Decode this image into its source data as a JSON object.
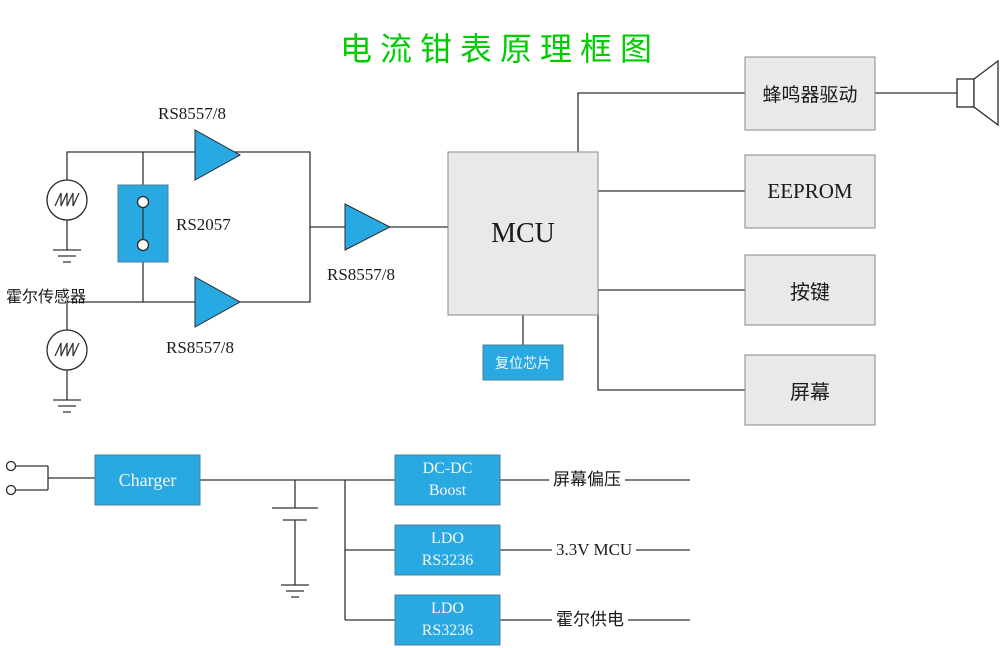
{
  "title": "电流钳表原理框图",
  "colors": {
    "title-green": "#00cc00",
    "blue": "#29a9e1",
    "gray": "#e9e9e9",
    "line": "#333333"
  },
  "blocks": {
    "mcu": "MCU",
    "reset_chip": "复位芯片",
    "buzzer_driver": "蜂鸣器驱动",
    "eeprom": "EEPROM",
    "keys": "按键",
    "screen": "屏幕",
    "charger": "Charger",
    "dcdc": {
      "line1": "DC-DC",
      "line2": "Boost"
    },
    "ldo_top": {
      "line1": "LDO",
      "line2": "RS3236"
    },
    "ldo_bottom": {
      "line1": "LDO",
      "line2": "RS3236"
    }
  },
  "labels": {
    "hall_sensor": "霍尔传感器",
    "amp_top": "RS8557/8",
    "amp_mid": "RS8557/8",
    "amp_bottom": "RS8557/8",
    "rs2057": "RS2057",
    "out_screen_bias": "屏幕偏压",
    "out_mcu_power": "3.3V MCU",
    "out_hall_power": "霍尔供电"
  }
}
